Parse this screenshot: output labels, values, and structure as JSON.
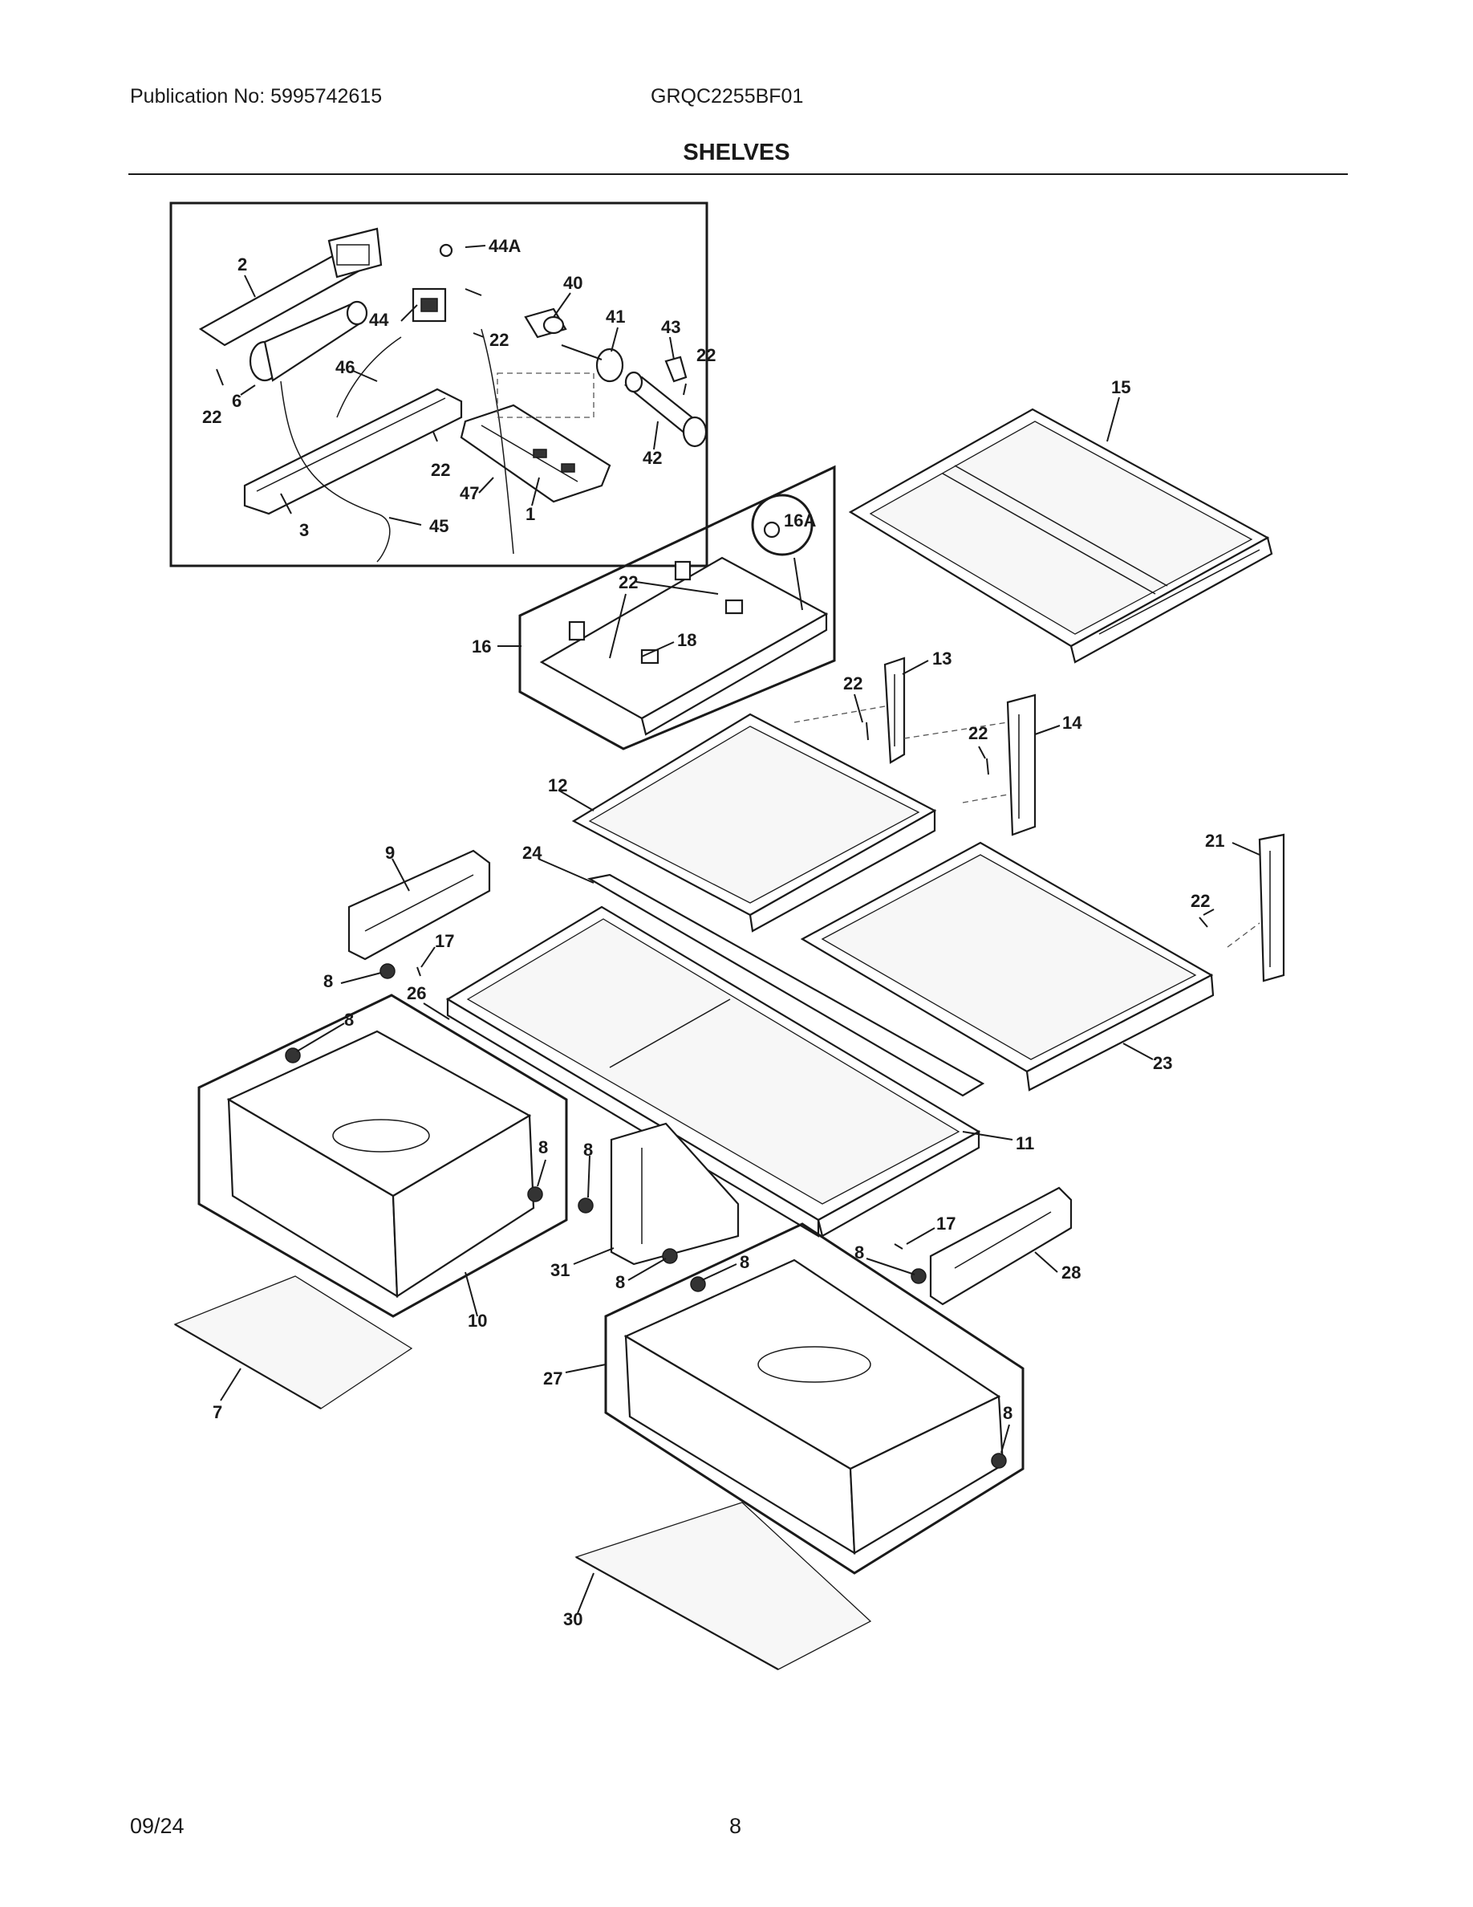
{
  "header": {
    "publication": "Publication No: 5995742615",
    "model": "GRQC2255BF01",
    "title": "SHELVES"
  },
  "footer": {
    "date": "09/24",
    "page": "8"
  },
  "callouts": {
    "c2": "2",
    "c44a": "44A",
    "c40": "40",
    "c44": "44",
    "c41": "41",
    "c43": "43",
    "c22a": "22",
    "c22b": "22",
    "c46": "46",
    "c6": "6",
    "c22c": "22",
    "c42": "42",
    "c22d": "22",
    "c47": "47",
    "c1": "1",
    "c3": "3",
    "c45": "45",
    "c15": "15",
    "c16a": "16A",
    "c22e": "22",
    "c18": "18",
    "c16": "16",
    "c13": "13",
    "c22f": "22",
    "c14": "14",
    "c22g": "22",
    "c12": "12",
    "c21": "21",
    "c9": "9",
    "c24": "24",
    "c22h": "22",
    "c17a": "17",
    "c8a": "8",
    "c26": "26",
    "c8b": "8",
    "c23": "23",
    "c8c": "8",
    "c8d": "8",
    "c11": "11",
    "c17b": "17",
    "c8e": "8",
    "c28": "28",
    "c31": "31",
    "c8f": "8",
    "c8g": "8",
    "c10": "10",
    "c27": "27",
    "c7": "7",
    "c8h": "8",
    "c30": "30"
  }
}
